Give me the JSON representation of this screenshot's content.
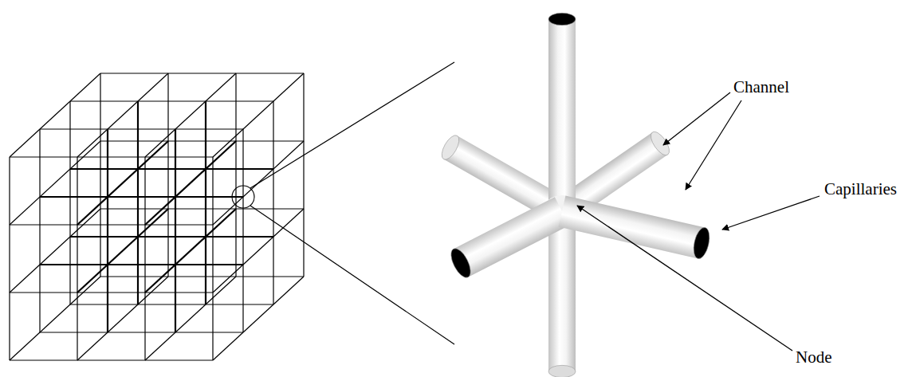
{
  "diagram": {
    "labels": [
      "Channel",
      "Capillaries",
      "Node"
    ]
  }
}
